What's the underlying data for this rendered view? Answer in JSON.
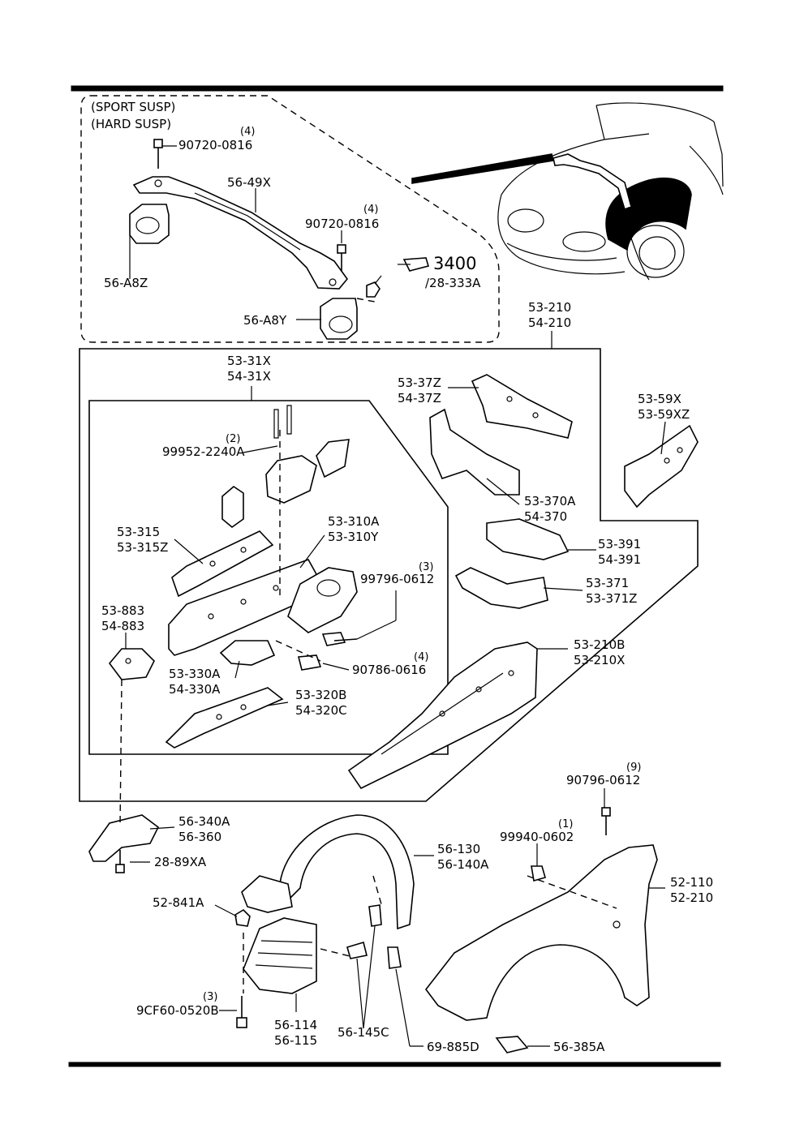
{
  "notes": {
    "sport": "(SPORT SUSP)",
    "hard": "(HARD SUSP)"
  },
  "callouts": {
    "c01_qty": "(4)",
    "c01": "90720-0816",
    "c02": "56-49X",
    "c03_qty": "(4)",
    "c03": "90720-0816",
    "c04": "56-A8Z",
    "c05a": "3400",
    "c05b": "/28-333A",
    "c06": "56-A8Y",
    "c07a": "53-210",
    "c07b": "54-210",
    "c08a": "53-31X",
    "c08b": "54-31X",
    "c09a": "53-37Z",
    "c09b": "54-37Z",
    "c10a": "53-59X",
    "c10b": "53-59XZ",
    "c11_qty": "(2)",
    "c11": "99952-2240A",
    "c12a": "53-370A",
    "c12b": "54-370",
    "c13a": "53-315",
    "c13b": "53-315Z",
    "c14a": "53-310A",
    "c14b": "53-310Y",
    "c15a": "53-391",
    "c15b": "54-391",
    "c16_qty": "(3)",
    "c16": "99796-0612",
    "c17a": "53-371",
    "c17b": "53-371Z",
    "c18a": "53-883",
    "c18b": "54-883",
    "c19a": "53-210B",
    "c19b": "53-210X",
    "c20_qty": "(4)",
    "c20": "90786-0616",
    "c21a": "53-330A",
    "c21b": "54-330A",
    "c22a": "53-320B",
    "c22b": "54-320C",
    "c23_qty": "(9)",
    "c23": "90796-0612",
    "c24a": "56-340A",
    "c24b": "56-360",
    "c25_qty": "(1)",
    "c25": "99940-0602",
    "c26": "28-89XA",
    "c27a": "56-130",
    "c27b": "56-140A",
    "c28a": "52-110",
    "c28b": "52-210",
    "c29": "52-841A",
    "c30_qty": "(3)",
    "c30": "9CF60-0520B",
    "c31a": "56-114",
    "c31b": "56-115",
    "c32": "56-145C",
    "c33": "69-885D",
    "c34": "56-385A"
  }
}
